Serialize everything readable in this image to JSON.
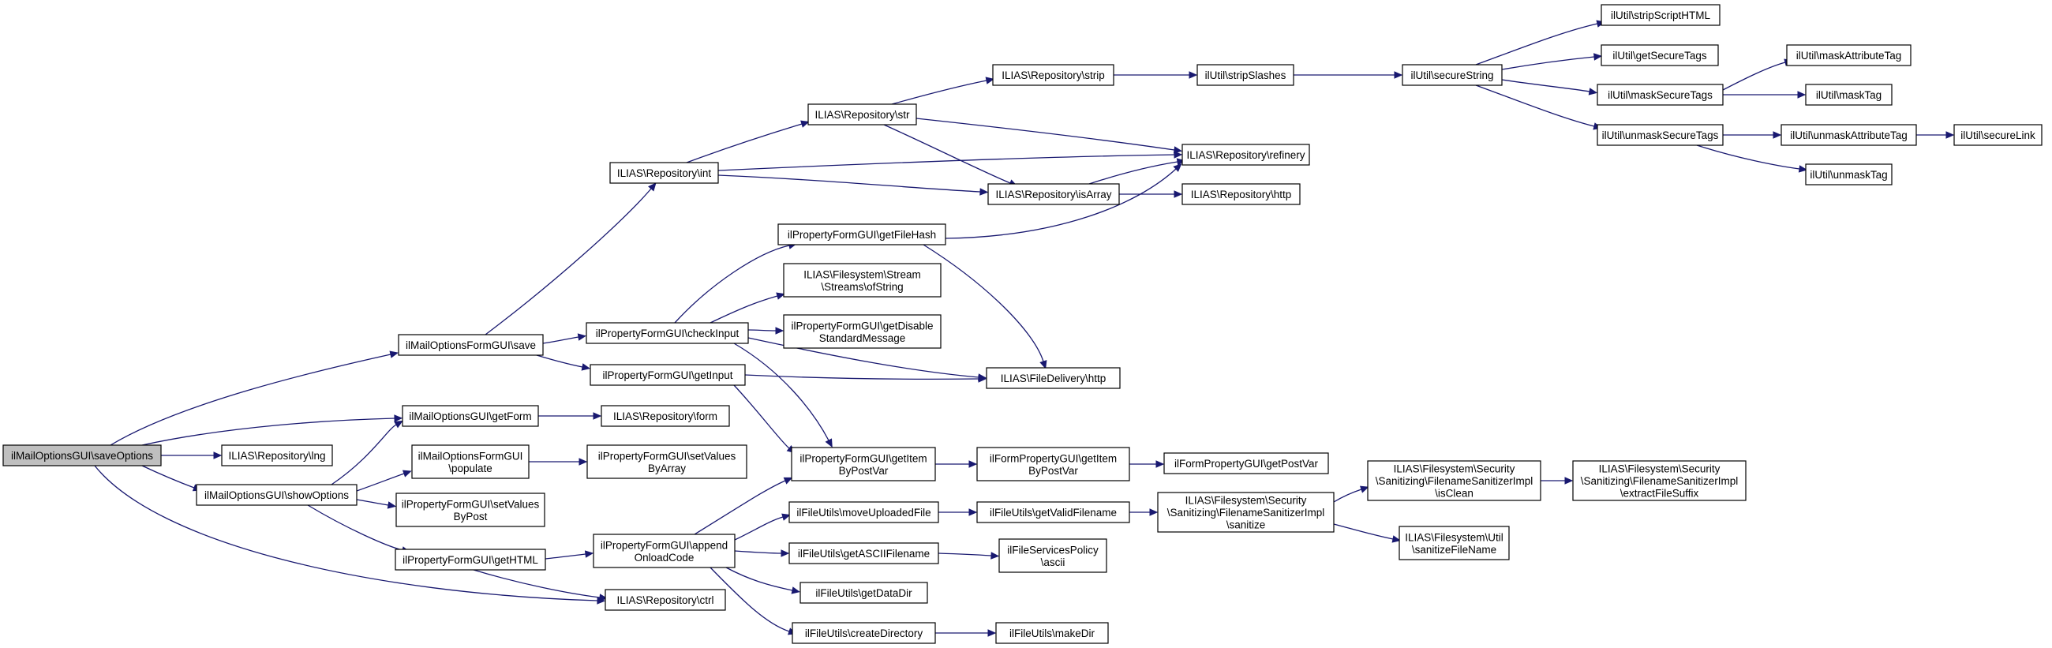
{
  "graph": {
    "root_node": "saveOptions",
    "colors": {
      "root_fill": "#bfbfbf",
      "node_fill": "#ffffff",
      "node_border": "#000000",
      "edge": "#191970"
    },
    "nodes": [
      {
        "id": "saveOptions",
        "lines": [
          "ilMailOptionsGUI\\saveOptions"
        ]
      },
      {
        "id": "ilias_lng",
        "lines": [
          "ILIAS\\Repository\\lng"
        ]
      },
      {
        "id": "mailopt_save",
        "lines": [
          "ilMailOptionsFormGUI\\save"
        ]
      },
      {
        "id": "getForm",
        "lines": [
          "ilMailOptionsGUI\\getForm"
        ]
      },
      {
        "id": "showOptions",
        "lines": [
          "ilMailOptionsGUI\\showOptions"
        ]
      },
      {
        "id": "repo_int",
        "lines": [
          "ILIAS\\Repository\\int"
        ]
      },
      {
        "id": "repo_str",
        "lines": [
          "ILIAS\\Repository\\str"
        ]
      },
      {
        "id": "repo_strip",
        "lines": [
          "ILIAS\\Repository\\strip"
        ]
      },
      {
        "id": "stripSlashes",
        "lines": [
          "ilUtil\\stripSlashes"
        ]
      },
      {
        "id": "secureString",
        "lines": [
          "ilUtil\\secureString"
        ]
      },
      {
        "id": "stripScriptHTML",
        "lines": [
          "ilUtil\\stripScriptHTML"
        ]
      },
      {
        "id": "getSecureTags",
        "lines": [
          "ilUtil\\getSecureTags"
        ]
      },
      {
        "id": "maskSecureTags",
        "lines": [
          "ilUtil\\maskSecureTags"
        ]
      },
      {
        "id": "unmaskSecureTags",
        "lines": [
          "ilUtil\\unmaskSecureTags"
        ]
      },
      {
        "id": "maskAttributeTag",
        "lines": [
          "ilUtil\\maskAttributeTag"
        ]
      },
      {
        "id": "maskTag",
        "lines": [
          "ilUtil\\maskTag"
        ]
      },
      {
        "id": "unmaskAttributeTag",
        "lines": [
          "ilUtil\\unmaskAttributeTag"
        ]
      },
      {
        "id": "secureLink",
        "lines": [
          "ilUtil\\secureLink"
        ]
      },
      {
        "id": "unmaskTag",
        "lines": [
          "ilUtil\\unmaskTag"
        ]
      },
      {
        "id": "refinery",
        "lines": [
          "ILIAS\\Repository\\refinery"
        ]
      },
      {
        "id": "isArray",
        "lines": [
          "ILIAS\\Repository\\isArray"
        ]
      },
      {
        "id": "repo_http",
        "lines": [
          "ILIAS\\Repository\\http"
        ]
      },
      {
        "id": "getFileHash",
        "lines": [
          "ilPropertyFormGUI\\getFileHash"
        ]
      },
      {
        "id": "ofString",
        "lines": [
          "ILIAS\\Filesystem\\Stream",
          "\\Streams\\ofString"
        ]
      },
      {
        "id": "checkInput",
        "lines": [
          "ilPropertyFormGUI\\checkInput"
        ]
      },
      {
        "id": "getDisableStd",
        "lines": [
          "ilPropertyFormGUI\\getDisable",
          "StandardMessage"
        ]
      },
      {
        "id": "getInput",
        "lines": [
          "ilPropertyFormGUI\\getInput"
        ]
      },
      {
        "id": "fd_http",
        "lines": [
          "ILIAS\\FileDelivery\\http"
        ]
      },
      {
        "id": "repo_form",
        "lines": [
          "ILIAS\\Repository\\form"
        ]
      },
      {
        "id": "populate",
        "lines": [
          "ilMailOptionsFormGUI",
          "\\populate"
        ]
      },
      {
        "id": "setValuesByArray",
        "lines": [
          "ilPropertyFormGUI\\setValues",
          "ByArray"
        ]
      },
      {
        "id": "getItemByPostVar",
        "lines": [
          "ilPropertyFormGUI\\getItem",
          "ByPostVar"
        ]
      },
      {
        "id": "formprop_getItem",
        "lines": [
          "ilFormPropertyGUI\\getItem",
          "ByPostVar"
        ]
      },
      {
        "id": "getPostVar",
        "lines": [
          "ilFormPropertyGUI\\getPostVar"
        ]
      },
      {
        "id": "setValuesByPost",
        "lines": [
          "ilPropertyFormGUI\\setValues",
          "ByPost"
        ]
      },
      {
        "id": "moveUploadedFile",
        "lines": [
          "ilFileUtils\\moveUploadedFile"
        ]
      },
      {
        "id": "getValidFilename",
        "lines": [
          "ilFileUtils\\getValidFilename"
        ]
      },
      {
        "id": "sanitize",
        "lines": [
          "ILIAS\\Filesystem\\Security",
          "\\Sanitizing\\FilenameSanitizerImpl",
          "\\sanitize"
        ]
      },
      {
        "id": "isClean",
        "lines": [
          "ILIAS\\Filesystem\\Security",
          "\\Sanitizing\\FilenameSanitizerImpl",
          "\\isClean"
        ]
      },
      {
        "id": "extractFileSuffix",
        "lines": [
          "ILIAS\\Filesystem\\Security",
          "\\Sanitizing\\FilenameSanitizerImpl",
          "\\extractFileSuffix"
        ]
      },
      {
        "id": "sanitizeFileName",
        "lines": [
          "ILIAS\\Filesystem\\Util",
          "\\sanitizeFileName"
        ]
      },
      {
        "id": "getHTML",
        "lines": [
          "ilPropertyFormGUI\\getHTML"
        ]
      },
      {
        "id": "appendOnload",
        "lines": [
          "ilPropertyFormGUI\\append",
          "OnloadCode"
        ]
      },
      {
        "id": "getASCII",
        "lines": [
          "ilFileUtils\\getASCIIFilename"
        ]
      },
      {
        "id": "fsp_ascii",
        "lines": [
          "ilFileServicesPolicy",
          "\\ascii"
        ]
      },
      {
        "id": "getDataDir",
        "lines": [
          "ilFileUtils\\getDataDir"
        ]
      },
      {
        "id": "repo_ctrl",
        "lines": [
          "ILIAS\\Repository\\ctrl"
        ]
      },
      {
        "id": "createDirectory",
        "lines": [
          "ilFileUtils\\createDirectory"
        ]
      },
      {
        "id": "makeDir",
        "lines": [
          "ilFileUtils\\makeDir"
        ]
      }
    ]
  }
}
